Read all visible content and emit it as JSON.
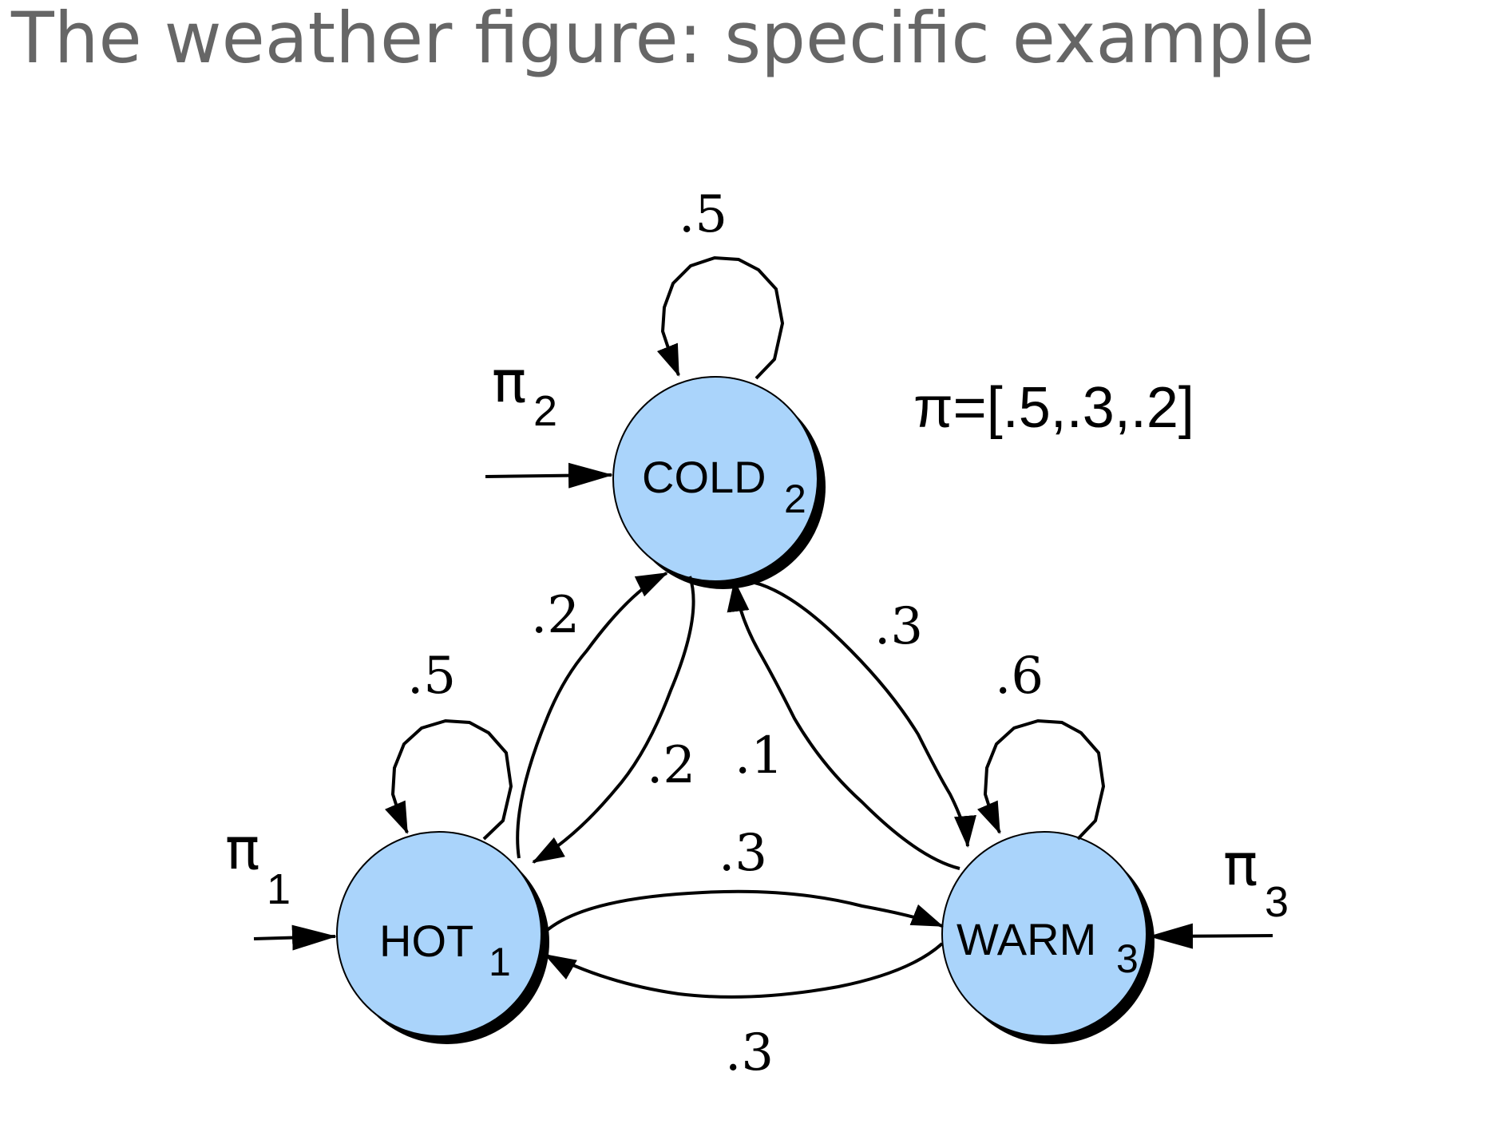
{
  "title": "The weather figure: specific example",
  "states": [
    {
      "id": "hot",
      "name": "HOT",
      "sub": "1"
    },
    {
      "id": "cold",
      "name": "COLD",
      "sub": "2"
    },
    {
      "id": "warm",
      "name": "WARM",
      "sub": "3"
    }
  ],
  "initial": [
    {
      "state": "hot",
      "symbol": "π",
      "sub": "1"
    },
    {
      "state": "cold",
      "symbol": "π",
      "sub": "2"
    },
    {
      "state": "warm",
      "symbol": "π",
      "sub": "3"
    }
  ],
  "pi_vector": "π=[.5,.3,.2]",
  "transitions": [
    {
      "from": "cold",
      "to": "cold",
      "label": ".5"
    },
    {
      "from": "hot",
      "to": "hot",
      "label": ".5"
    },
    {
      "from": "warm",
      "to": "warm",
      "label": ".6"
    },
    {
      "from": "hot",
      "to": "cold",
      "label": ".2"
    },
    {
      "from": "cold",
      "to": "hot",
      "label": ".2"
    },
    {
      "from": "warm",
      "to": "cold",
      "label": ".1"
    },
    {
      "from": "cold",
      "to": "warm",
      "label": ".3"
    },
    {
      "from": "hot",
      "to": "warm",
      "label": ".3"
    },
    {
      "from": "warm",
      "to": "hot",
      "label": ".3"
    }
  ]
}
